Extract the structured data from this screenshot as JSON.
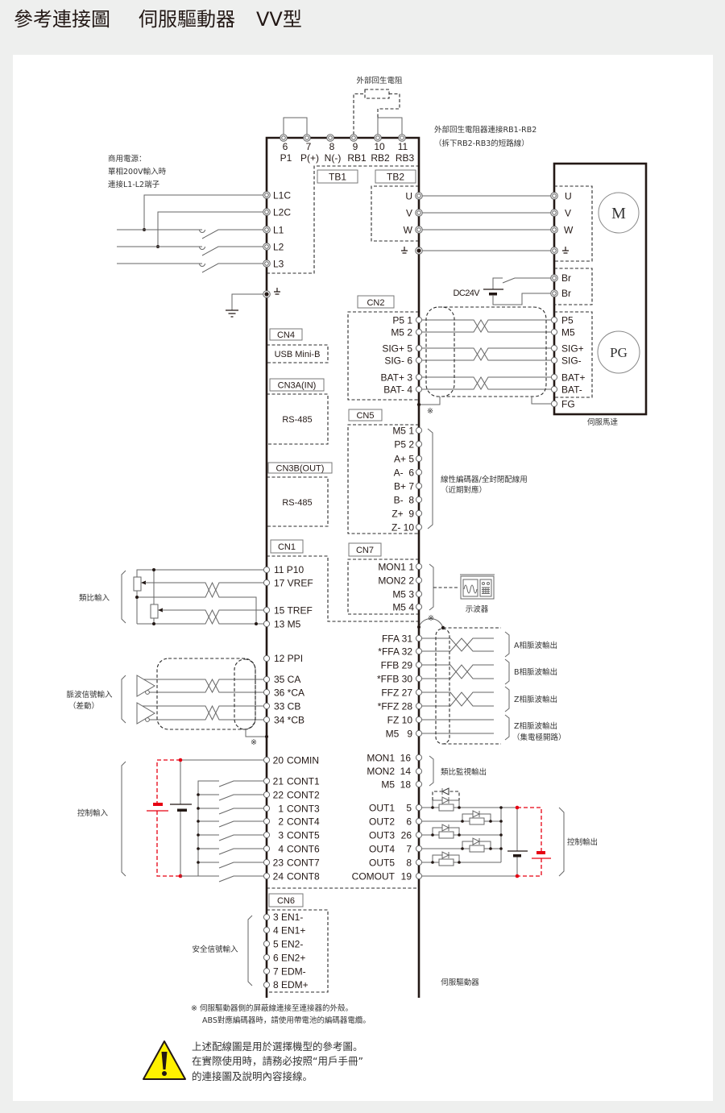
{
  "header": {
    "title_parts": [
      "參考連接圖",
      "伺服驅動器",
      "VV型"
    ]
  },
  "diagram": {
    "symbols": {
      "note_mark": "※"
    },
    "icons": {
      "ground": "ground-icon",
      "oscilloscope": "oscilloscope-icon",
      "warning": "warning-icon",
      "diode": "diode-icon",
      "battery": "battery-icon",
      "switch": "switch-icon"
    },
    "external_regen": {
      "label": "外部回生電阻",
      "note": [
        "外部回生電阻器連接RB1-RB2",
        "（拆下RB2-RB3的短路線）"
      ]
    },
    "power_supply_note": [
      "商用電源：",
      "單相200V輸入時",
      "連接L1-L2端子"
    ],
    "main_circuit_terminals": [
      {
        "num": "6",
        "name": "P1"
      },
      {
        "num": "7",
        "name": "P(+)"
      },
      {
        "num": "8",
        "name": "N(-)"
      },
      {
        "num": "9",
        "name": "RB1"
      },
      {
        "num": "10",
        "name": "RB2"
      },
      {
        "num": "11",
        "name": "RB3"
      }
    ],
    "terminal_blocks": [
      "TB1",
      "TB2"
    ],
    "power_inputs": [
      "L1C",
      "L2C",
      "L1",
      "L2",
      "L3"
    ],
    "drive_motor_outputs": [
      "U",
      "V",
      "W"
    ],
    "brake_supply": "DC24V",
    "servo_motor": {
      "label": "伺服馬達",
      "motor_symbol": "M",
      "encoder_symbol": "PG",
      "power_terminals": [
        "U",
        "V",
        "W"
      ],
      "brake_terminals": [
        "Br",
        "Br"
      ],
      "encoder_terminals": [
        "P5",
        "M5",
        "SIG+",
        "SIG-",
        "BAT+",
        "BAT-",
        "FG"
      ]
    },
    "cn2": {
      "label": "CN2",
      "pins": [
        "P5 1",
        "M5 2",
        "SIG+ 5",
        "SIG- 6",
        "BAT+ 3",
        "BAT- 4"
      ]
    },
    "cn4": {
      "label": "CN4",
      "port": "USB Mini-B"
    },
    "cn3a": {
      "label": "CN3A(IN)",
      "port": "RS-485"
    },
    "cn3b": {
      "label": "CN3B(OUT)",
      "port": "RS-485"
    },
    "cn5": {
      "label": "CN5",
      "pins": [
        "M5 1",
        "P5 2",
        "A+ 5",
        "A-  6",
        "B+ 7",
        "B-  8",
        "Z+  9",
        "Z- 10"
      ],
      "note": [
        "線性編碼器/全封閉配線用",
        "（近期對應）"
      ]
    },
    "cn1": {
      "label": "CN1",
      "analog_input": {
        "label": "類比輸入",
        "pins": [
          "11 P10",
          "17 VREF",
          "15 TREF",
          "13 M5"
        ]
      },
      "pulse_input": {
        "label": [
          "脈波信號輸入",
          "（差動）"
        ],
        "pins": [
          "12 PPI",
          "35 CA",
          "36 *CA",
          "33 CB",
          "34 *CB"
        ]
      },
      "pulse_output": {
        "pins": [
          "FFA 31",
          "*FFA 32",
          "FFB 29",
          "*FFB 30",
          "FFZ 27",
          "*FFZ 28",
          "FZ 10",
          "M5   9"
        ],
        "groups": [
          "A相脈波輸出",
          "B相脈波輸出",
          "Z相脈波輸出",
          "Z相脈波輸出"
        ],
        "open_collector_note": "（集電極開路）"
      },
      "control_input": {
        "label": "控制輸入",
        "pins": [
          {
            "num": "20",
            "name": "COMIN"
          },
          {
            "num": "21",
            "name": "CONT1"
          },
          {
            "num": "22",
            "name": "CONT2"
          },
          {
            "num": "1",
            "name": "CONT3"
          },
          {
            "num": "2",
            "name": "CONT4"
          },
          {
            "num": "3",
            "name": "CONT5"
          },
          {
            "num": "4",
            "name": "CONT6"
          },
          {
            "num": "23",
            "name": "CONT7"
          },
          {
            "num": "24",
            "name": "CONT8"
          }
        ]
      },
      "analog_monitor": {
        "label": "類比監視輸出",
        "pins": [
          {
            "name": "MON1",
            "num": "16"
          },
          {
            "name": "MON2",
            "num": "14"
          },
          {
            "name": "M5",
            "num": "18"
          }
        ]
      },
      "control_output": {
        "label": "控制輸出",
        "pins": [
          {
            "name": "OUT1",
            "num": "5"
          },
          {
            "name": "OUT2",
            "num": "6"
          },
          {
            "name": "OUT3",
            "num": "26"
          },
          {
            "name": "OUT4",
            "num": "7"
          },
          {
            "name": "OUT5",
            "num": "8"
          },
          {
            "name": "COMOUT",
            "num": "19"
          }
        ]
      }
    },
    "cn7": {
      "label": "CN7",
      "pins": [
        "MON1 1",
        "MON2 2",
        "M5 3",
        "M5 4"
      ],
      "device": "示波器"
    },
    "cn6": {
      "label": "CN6",
      "group_label": "安全信號輸入",
      "pins": [
        "3 EN1-",
        "4 EN1+",
        "5 EN2-",
        "6 EN2+",
        "7 EDM-",
        "8 EDM+"
      ]
    },
    "drive_label": "伺服驅動器"
  },
  "footnotes": [
    "※ 伺服驅動器側的屏蔽線連接至連接器的外殼。",
    "ABS對應編碼器時，請使用帶電池的編碼器電纜。"
  ],
  "warning": {
    "lines": [
      "上述配線圖是用於選擇機型的參考圖。",
      "在實際使用時，請務必按照“用戶手冊”",
      "的連接圖及說明內容接線。"
    ]
  },
  "colors": {
    "alternate_supply_wiring": "#e60012",
    "warning_fill": "#fff100",
    "background": "#eeefee",
    "drive_outline": "#231815"
  }
}
